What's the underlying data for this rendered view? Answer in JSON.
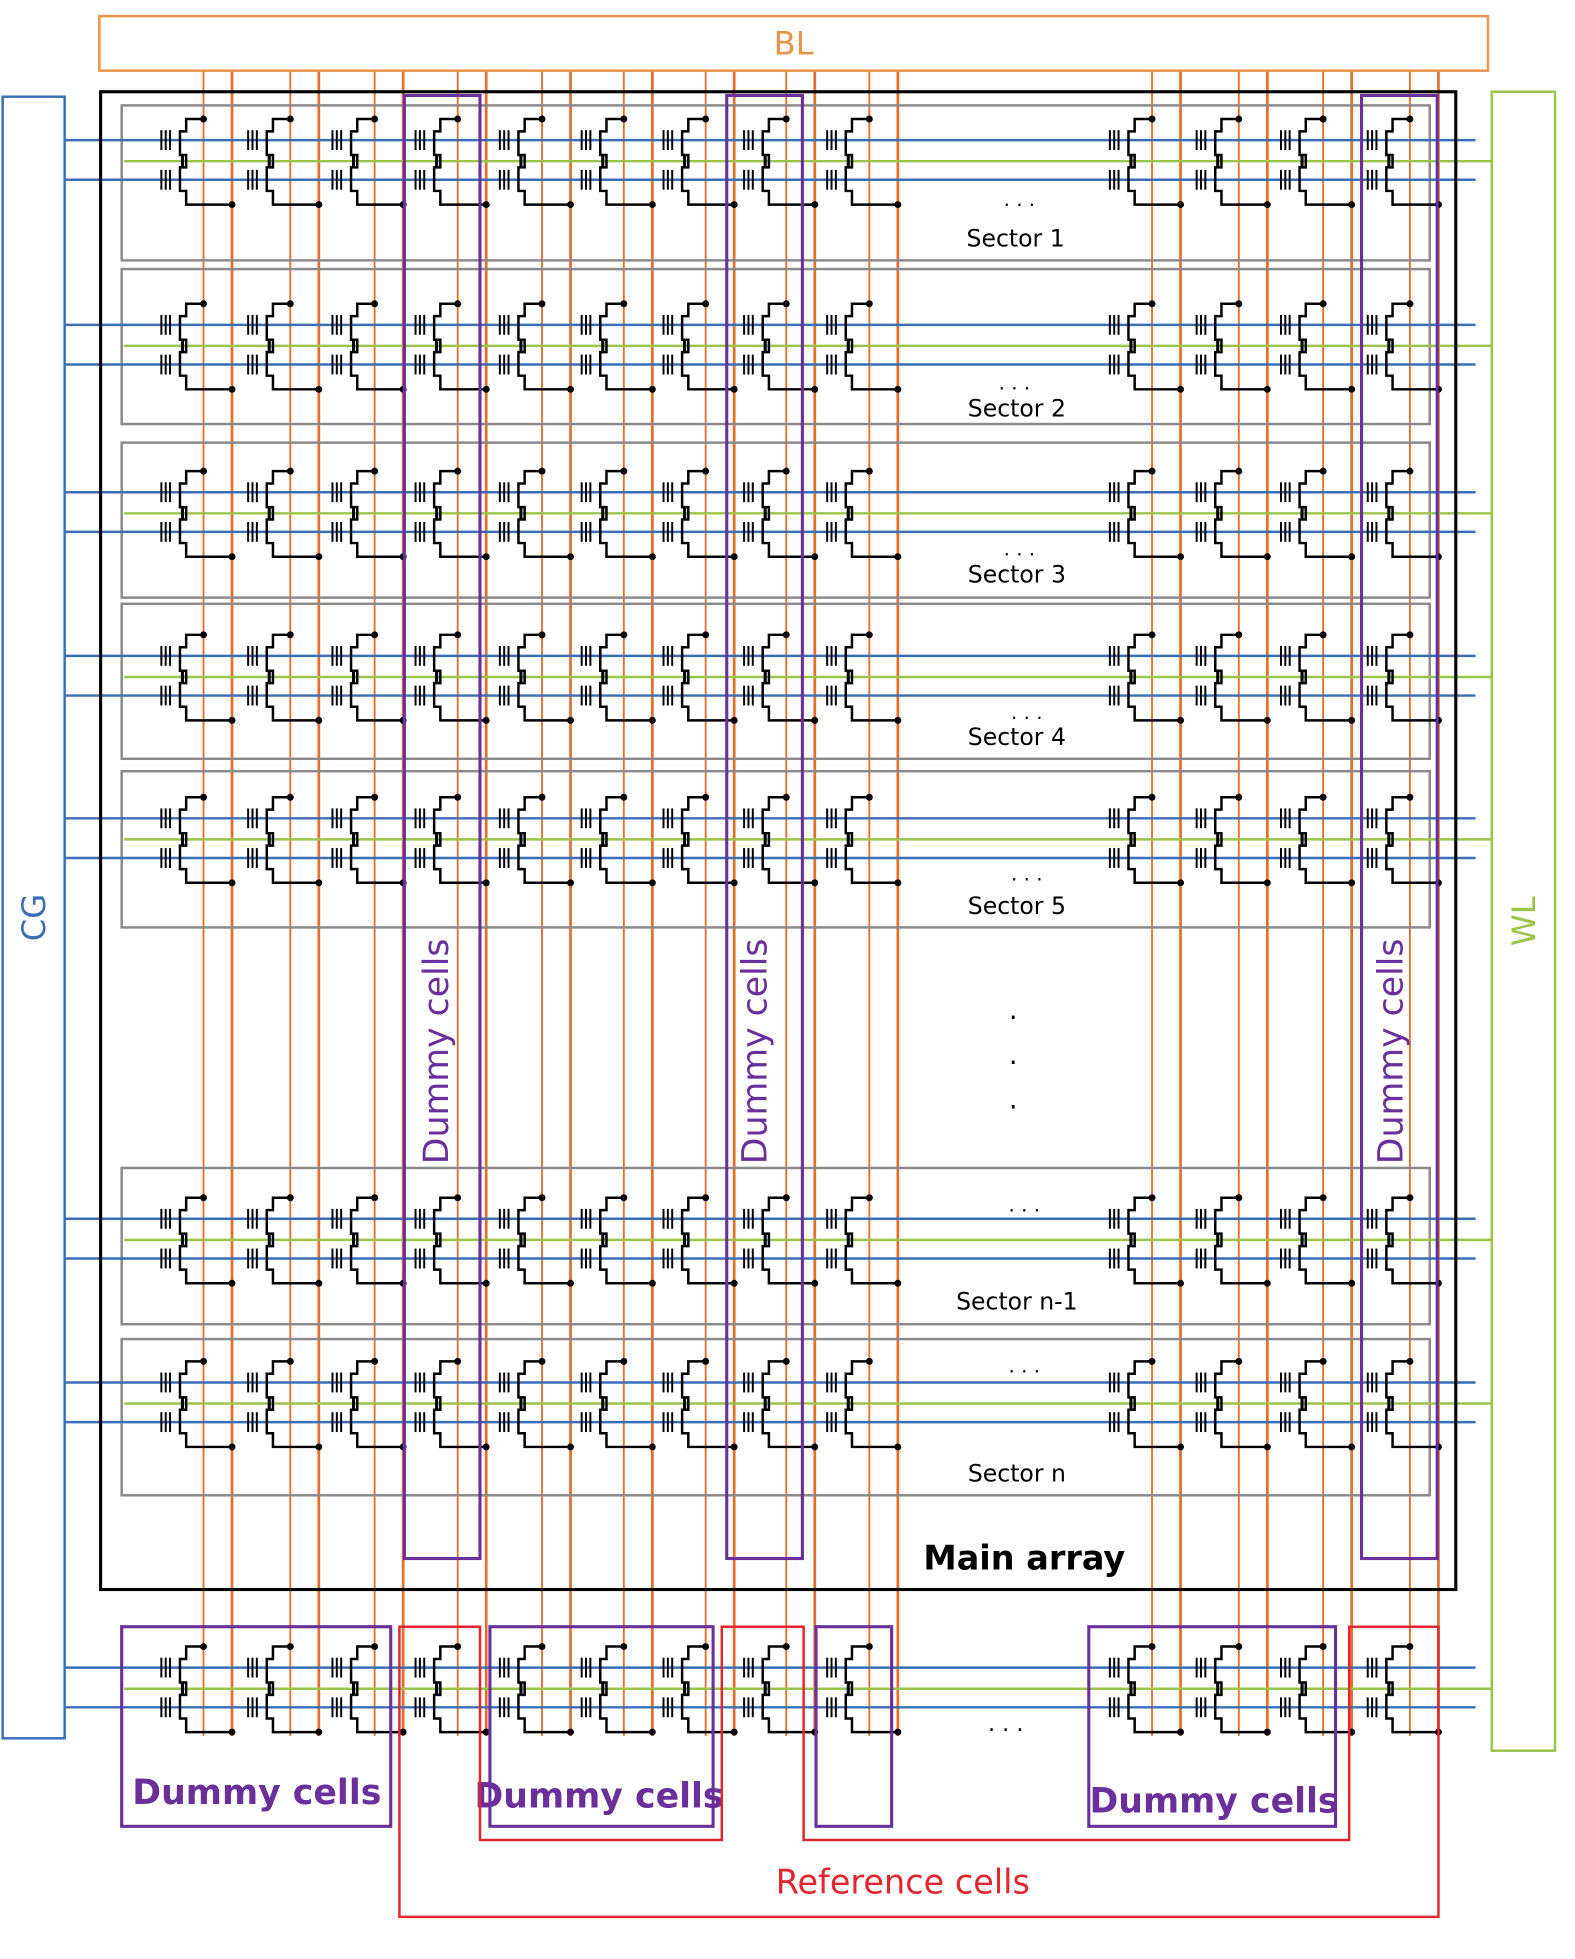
{
  "labels": {
    "bl": "BL",
    "cg": "CG",
    "wl": "WL",
    "main_array": "Main array",
    "dummy_cells": "Dummy cells",
    "reference_cells": "Reference cells",
    "ellipsis": ". . .",
    "vertical_ellipsis": "."
  },
  "sectors": [
    {
      "label": "Sector 1"
    },
    {
      "label": "Sector 2"
    },
    {
      "label": "Sector 3"
    },
    {
      "label": "Sector 4"
    },
    {
      "label": "Sector 5"
    },
    {
      "label": "Sector n-1"
    },
    {
      "label": "Sector n"
    }
  ],
  "colors": {
    "bl": "#e2702c",
    "cg": "#3a6fb5",
    "wl": "#9bc44a",
    "dummy": "#6a2f9a",
    "reference": "#e0262e",
    "sector_border": "#8a8a8a",
    "main_array": "#000000"
  }
}
